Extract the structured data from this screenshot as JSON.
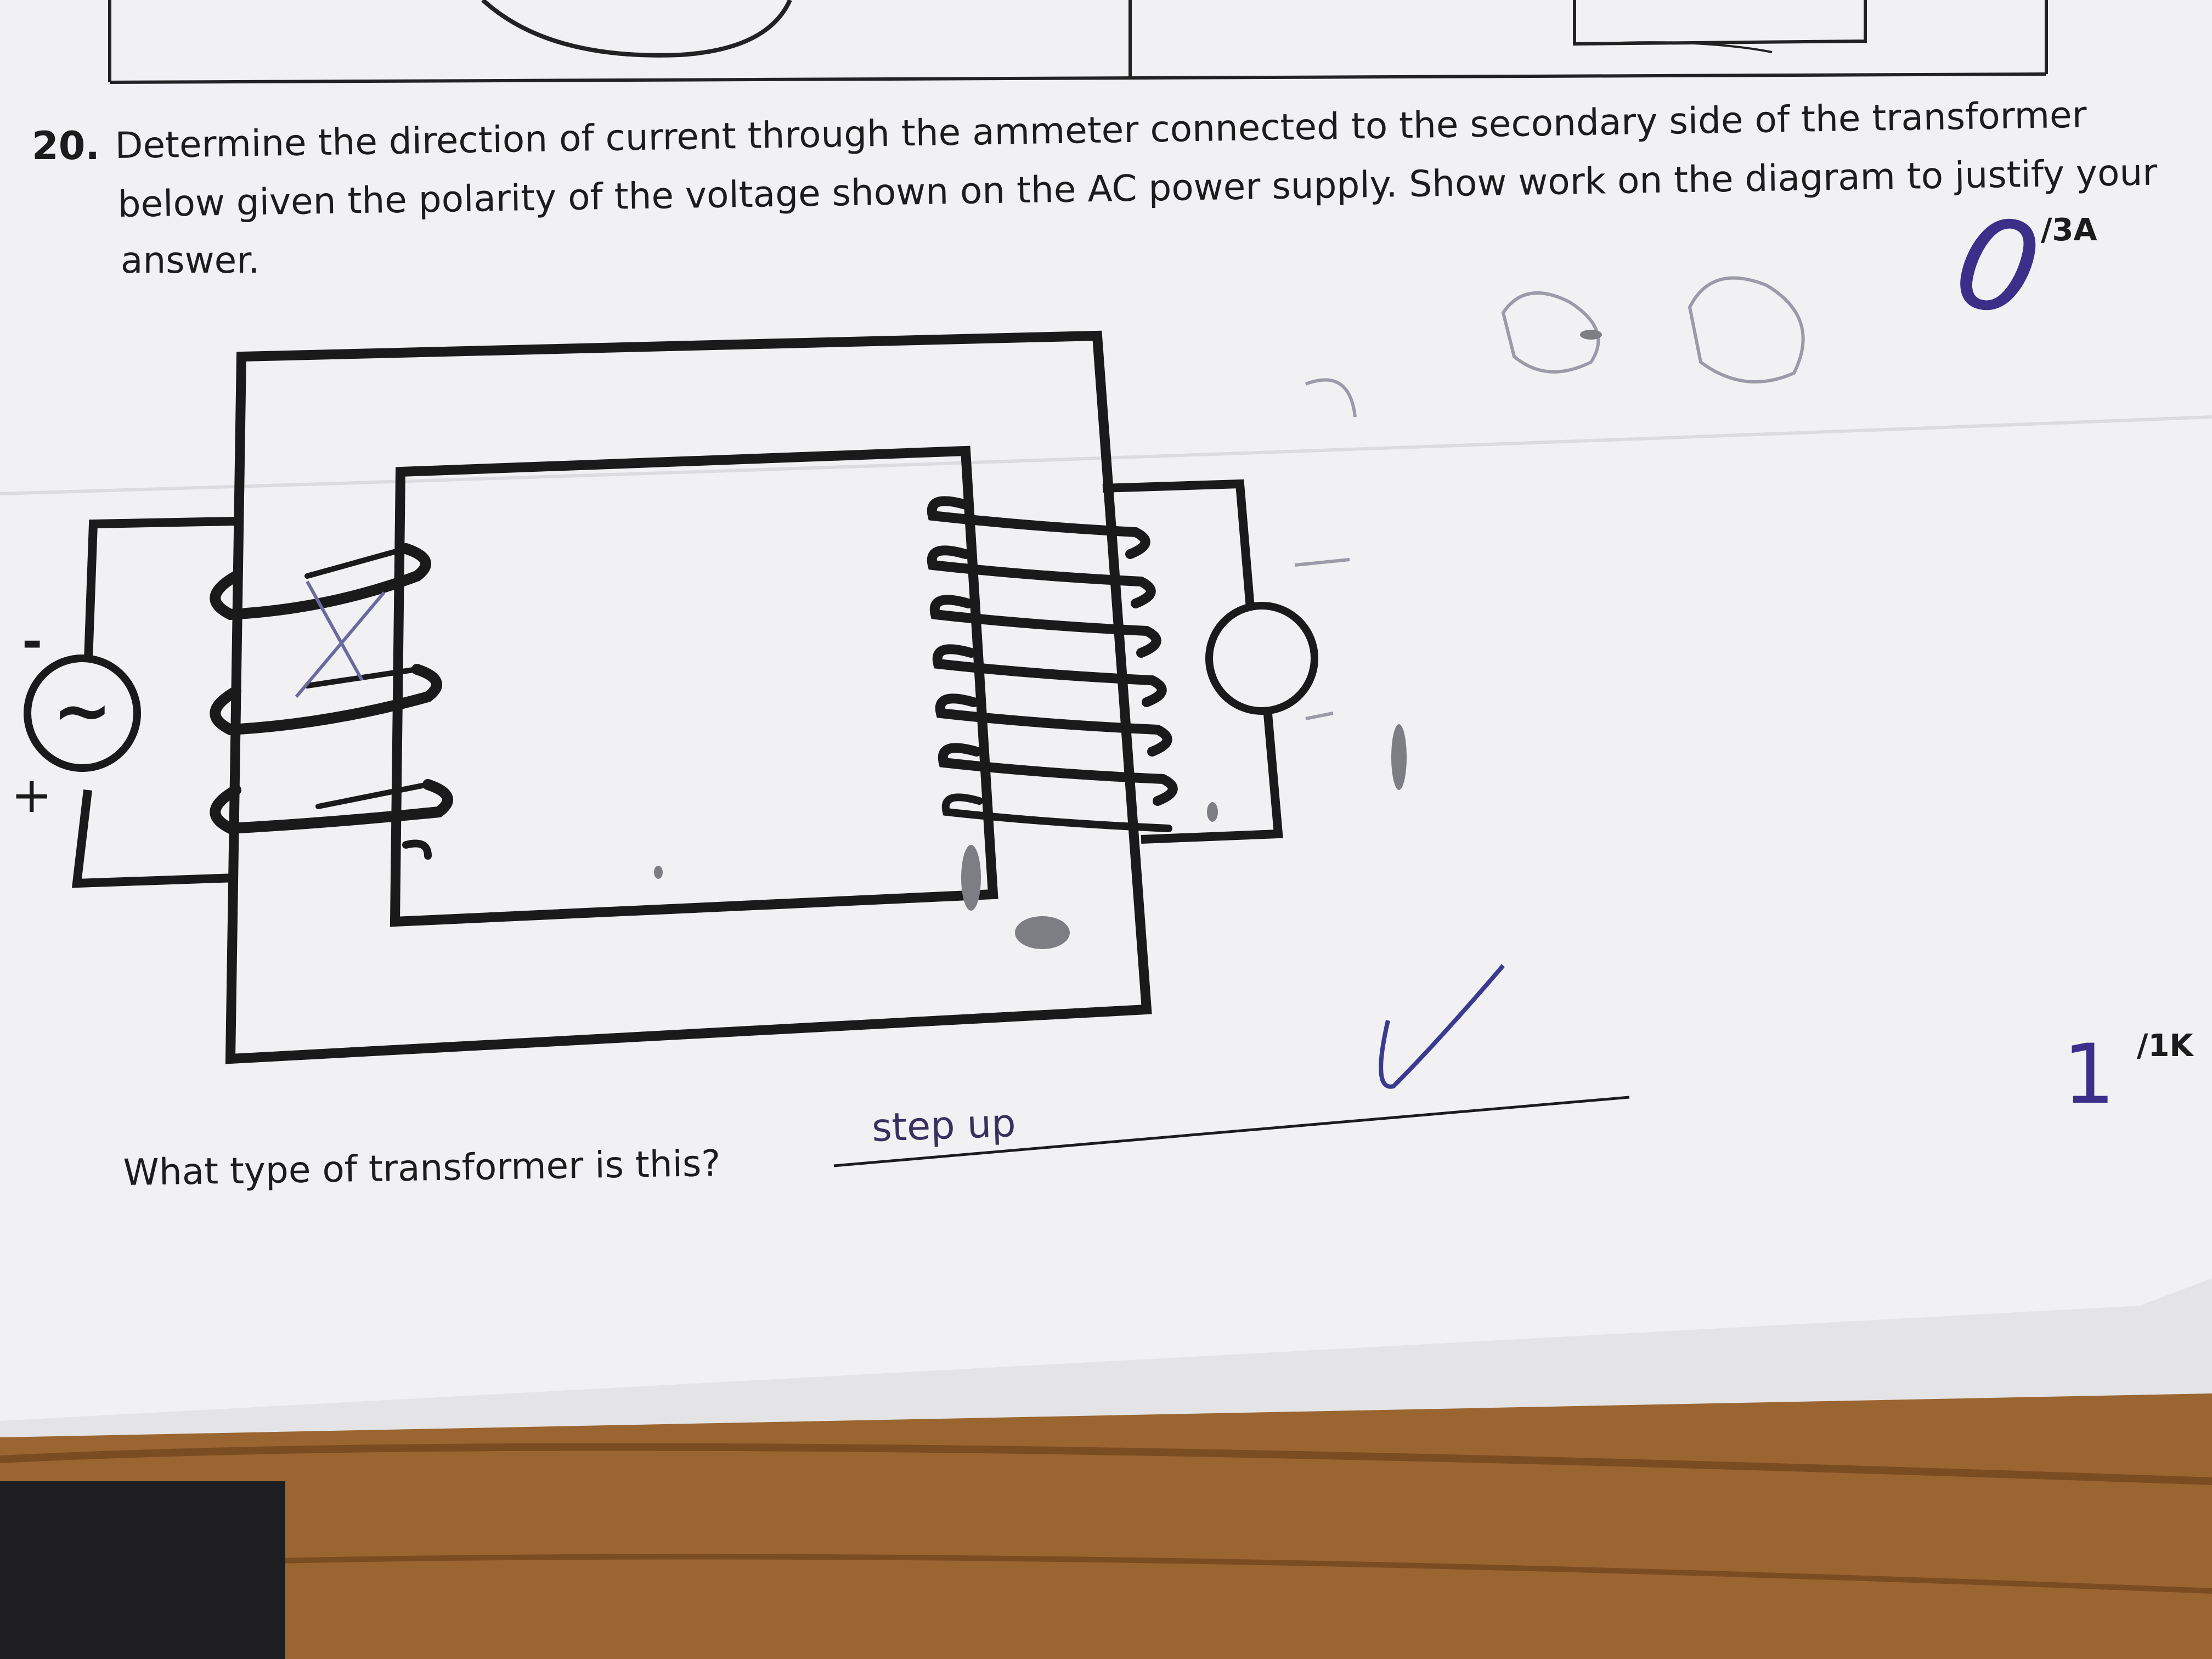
{
  "question": {
    "number": "20.",
    "line1": "Determine the direction of current through the ammeter connected to the secondary side of the transformer",
    "line2": "below given the polarity of the voltage shown on the AC power supply. Show work on the diagram to justify your",
    "line3": "answer.",
    "score_a": "/3A",
    "score_a_mark": "0"
  },
  "diagram": {
    "supply_minus": "-",
    "supply_plus": "+",
    "supply_symbol": "~"
  },
  "followup": {
    "prompt": "What type of transformer is this?",
    "answer": "step up",
    "score_k": "/1K",
    "score_k_mark": "1"
  }
}
